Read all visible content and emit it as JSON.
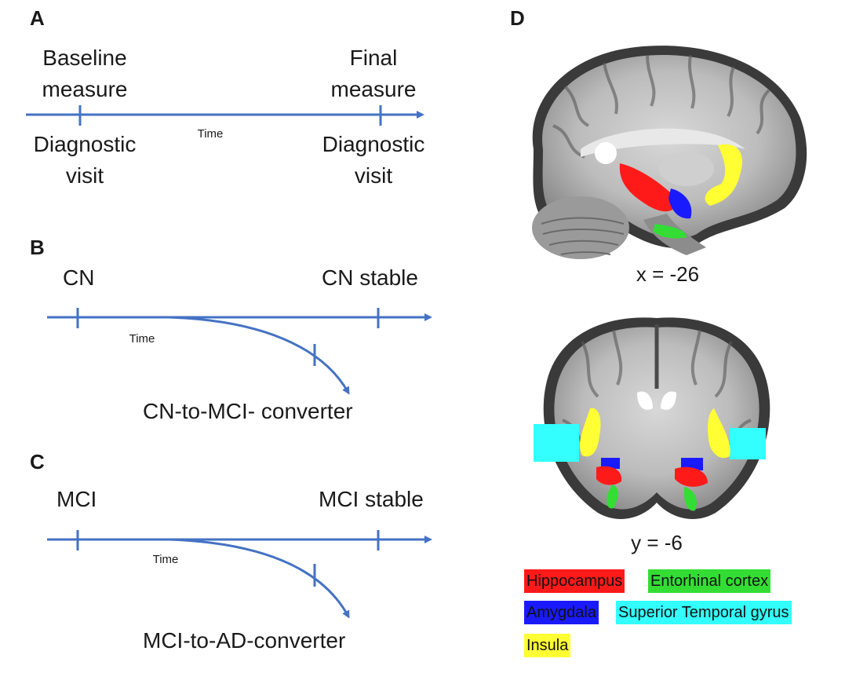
{
  "panels": {
    "a": {
      "letter": "A",
      "baseline_top": "Baseline",
      "baseline_bottom": "measure",
      "final_top": "Final",
      "final_bottom": "measure",
      "time": "Time",
      "diag_left_top": "Diagnostic",
      "diag_left_bottom": "visit",
      "diag_right_top": "Diagnostic",
      "diag_right_bottom": "visit"
    },
    "b": {
      "letter": "B",
      "start": "CN",
      "stable": "CN stable",
      "time": "Time",
      "converter": "CN-to-MCI- converter"
    },
    "c": {
      "letter": "C",
      "start": "MCI",
      "stable": "MCI stable",
      "time": "Time",
      "converter": "MCI-to-AD-converter"
    },
    "d": {
      "letter": "D",
      "sagittal_coord": "x = -26",
      "coronal_coord": "y = -6"
    }
  },
  "legend": [
    {
      "label": "Hippocampus",
      "color": "#ff1a1a"
    },
    {
      "label": "Entorhinal cortex",
      "color": "#33dd33"
    },
    {
      "label": "Amygdala",
      "color": "#1a1aff"
    },
    {
      "label": "Superior Temporal gyrus",
      "color": "#33ffff"
    },
    {
      "label": "Insula",
      "color": "#ffff33"
    }
  ],
  "colors": {
    "timeline": "#4472c4",
    "hippocampus": "#ff1a1a",
    "entorhinal": "#33dd33",
    "amygdala": "#1a1aff",
    "stg": "#33ffff",
    "insula": "#ffff33"
  }
}
